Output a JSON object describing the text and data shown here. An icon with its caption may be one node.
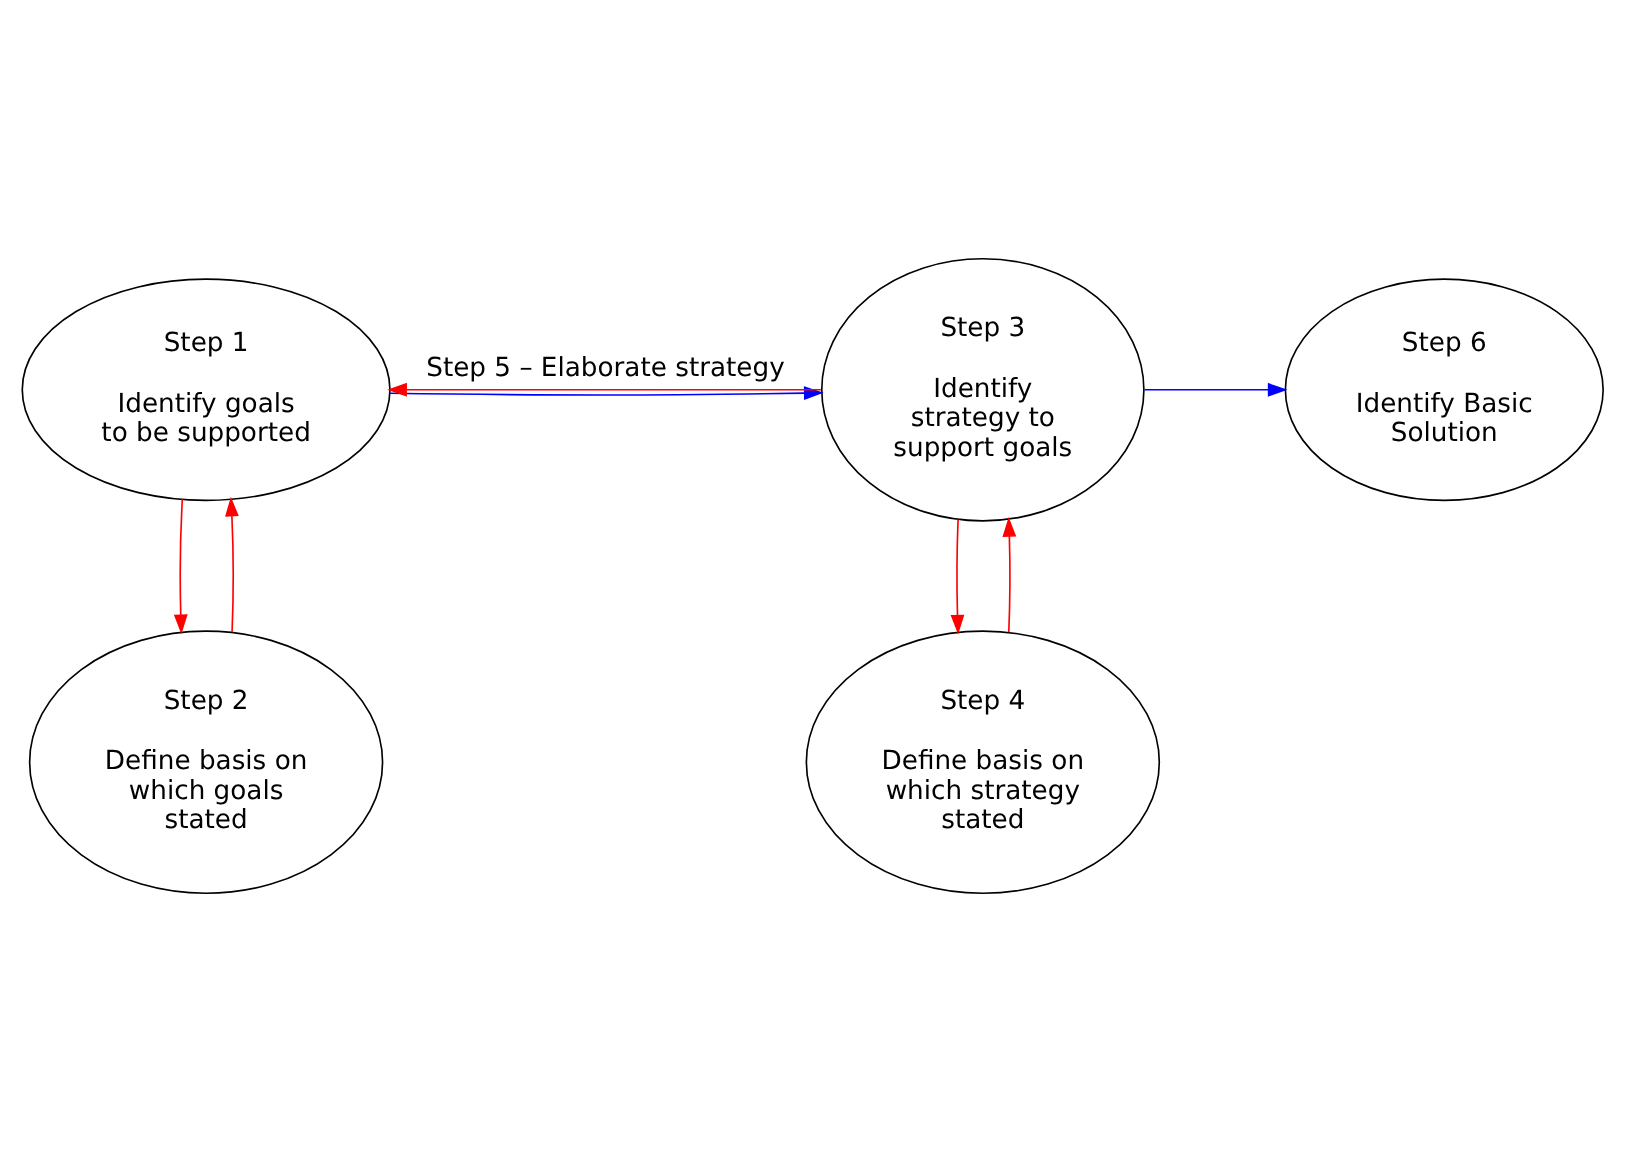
{
  "diagram": {
    "nodes": [
      {
        "text": [
          "Step 1",
          "Identify goals to be supported"
        ]
      },
      {
        "text": [
          "Step 2",
          "Define basis on which goals stated"
        ]
      },
      {
        "text": [
          "Step 3",
          "Identify strategy to support goals"
        ]
      },
      {
        "text": [
          "Step 4",
          "Define basis on which strategy stated"
        ]
      },
      {
        "text": [
          "Step 6",
          "Identify Basic Solution"
        ]
      }
    ],
    "edges": [
      {
        "from": 0,
        "to": 1,
        "arrow": "to"
      },
      {
        "from": 1,
        "to": 0,
        "arrow": "to"
      },
      {
        "from": 0,
        "to": 2,
        "arrow": "to",
        "color": "#0000ff"
      },
      {
        "from": 2,
        "to": 3,
        "arrow": "to"
      },
      {
        "from": 3,
        "to": 2,
        "arrow": "to"
      },
      {
        "from": 2,
        "to": 0,
        "arrow": "to",
        "label": "Step 5 – Elaborate strategy"
      },
      {
        "from": 2,
        "to": 4,
        "arrow": "to",
        "color": "#0000ff"
      }
    ]
  }
}
